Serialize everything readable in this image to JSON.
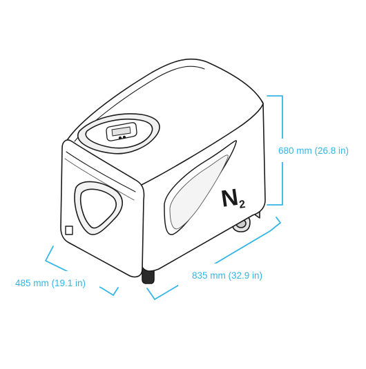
{
  "dimensions": {
    "height_label": "680 mm (26.8 in)",
    "width_label": "485 mm (19.1 in)",
    "depth_label": "835 mm (32.9 in)"
  },
  "device": {
    "logo_letter": "N",
    "logo_subscript": "2"
  },
  "colors": {
    "dimension": "#33b5e5",
    "outline": "#1a1a1a",
    "body_fill": "#ffffff",
    "shade": "#e9e9e9"
  }
}
